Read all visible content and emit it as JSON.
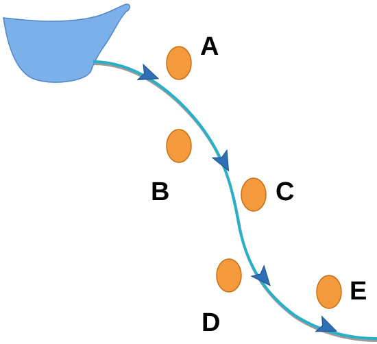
{
  "diagram": {
    "labels": {
      "a": "A",
      "b": "B",
      "c": "C",
      "d": "D",
      "e": "E"
    },
    "colors": {
      "container_fill": "#7bb0e8",
      "container_stroke": "#4f86c6",
      "stream": "#29b0c9",
      "stream_shadow": "#9a9a9a",
      "arrow_fill": "#2f6fb6",
      "arrow_stroke": "#1f4f8a",
      "marker_fill": "#f59a3c",
      "marker_stroke": "#c56e14",
      "label_text": "#000000"
    },
    "icons": {
      "container": "pouring-container-icon",
      "flow_arrow": "arrowhead-icon",
      "marker": "orange-circle"
    }
  }
}
